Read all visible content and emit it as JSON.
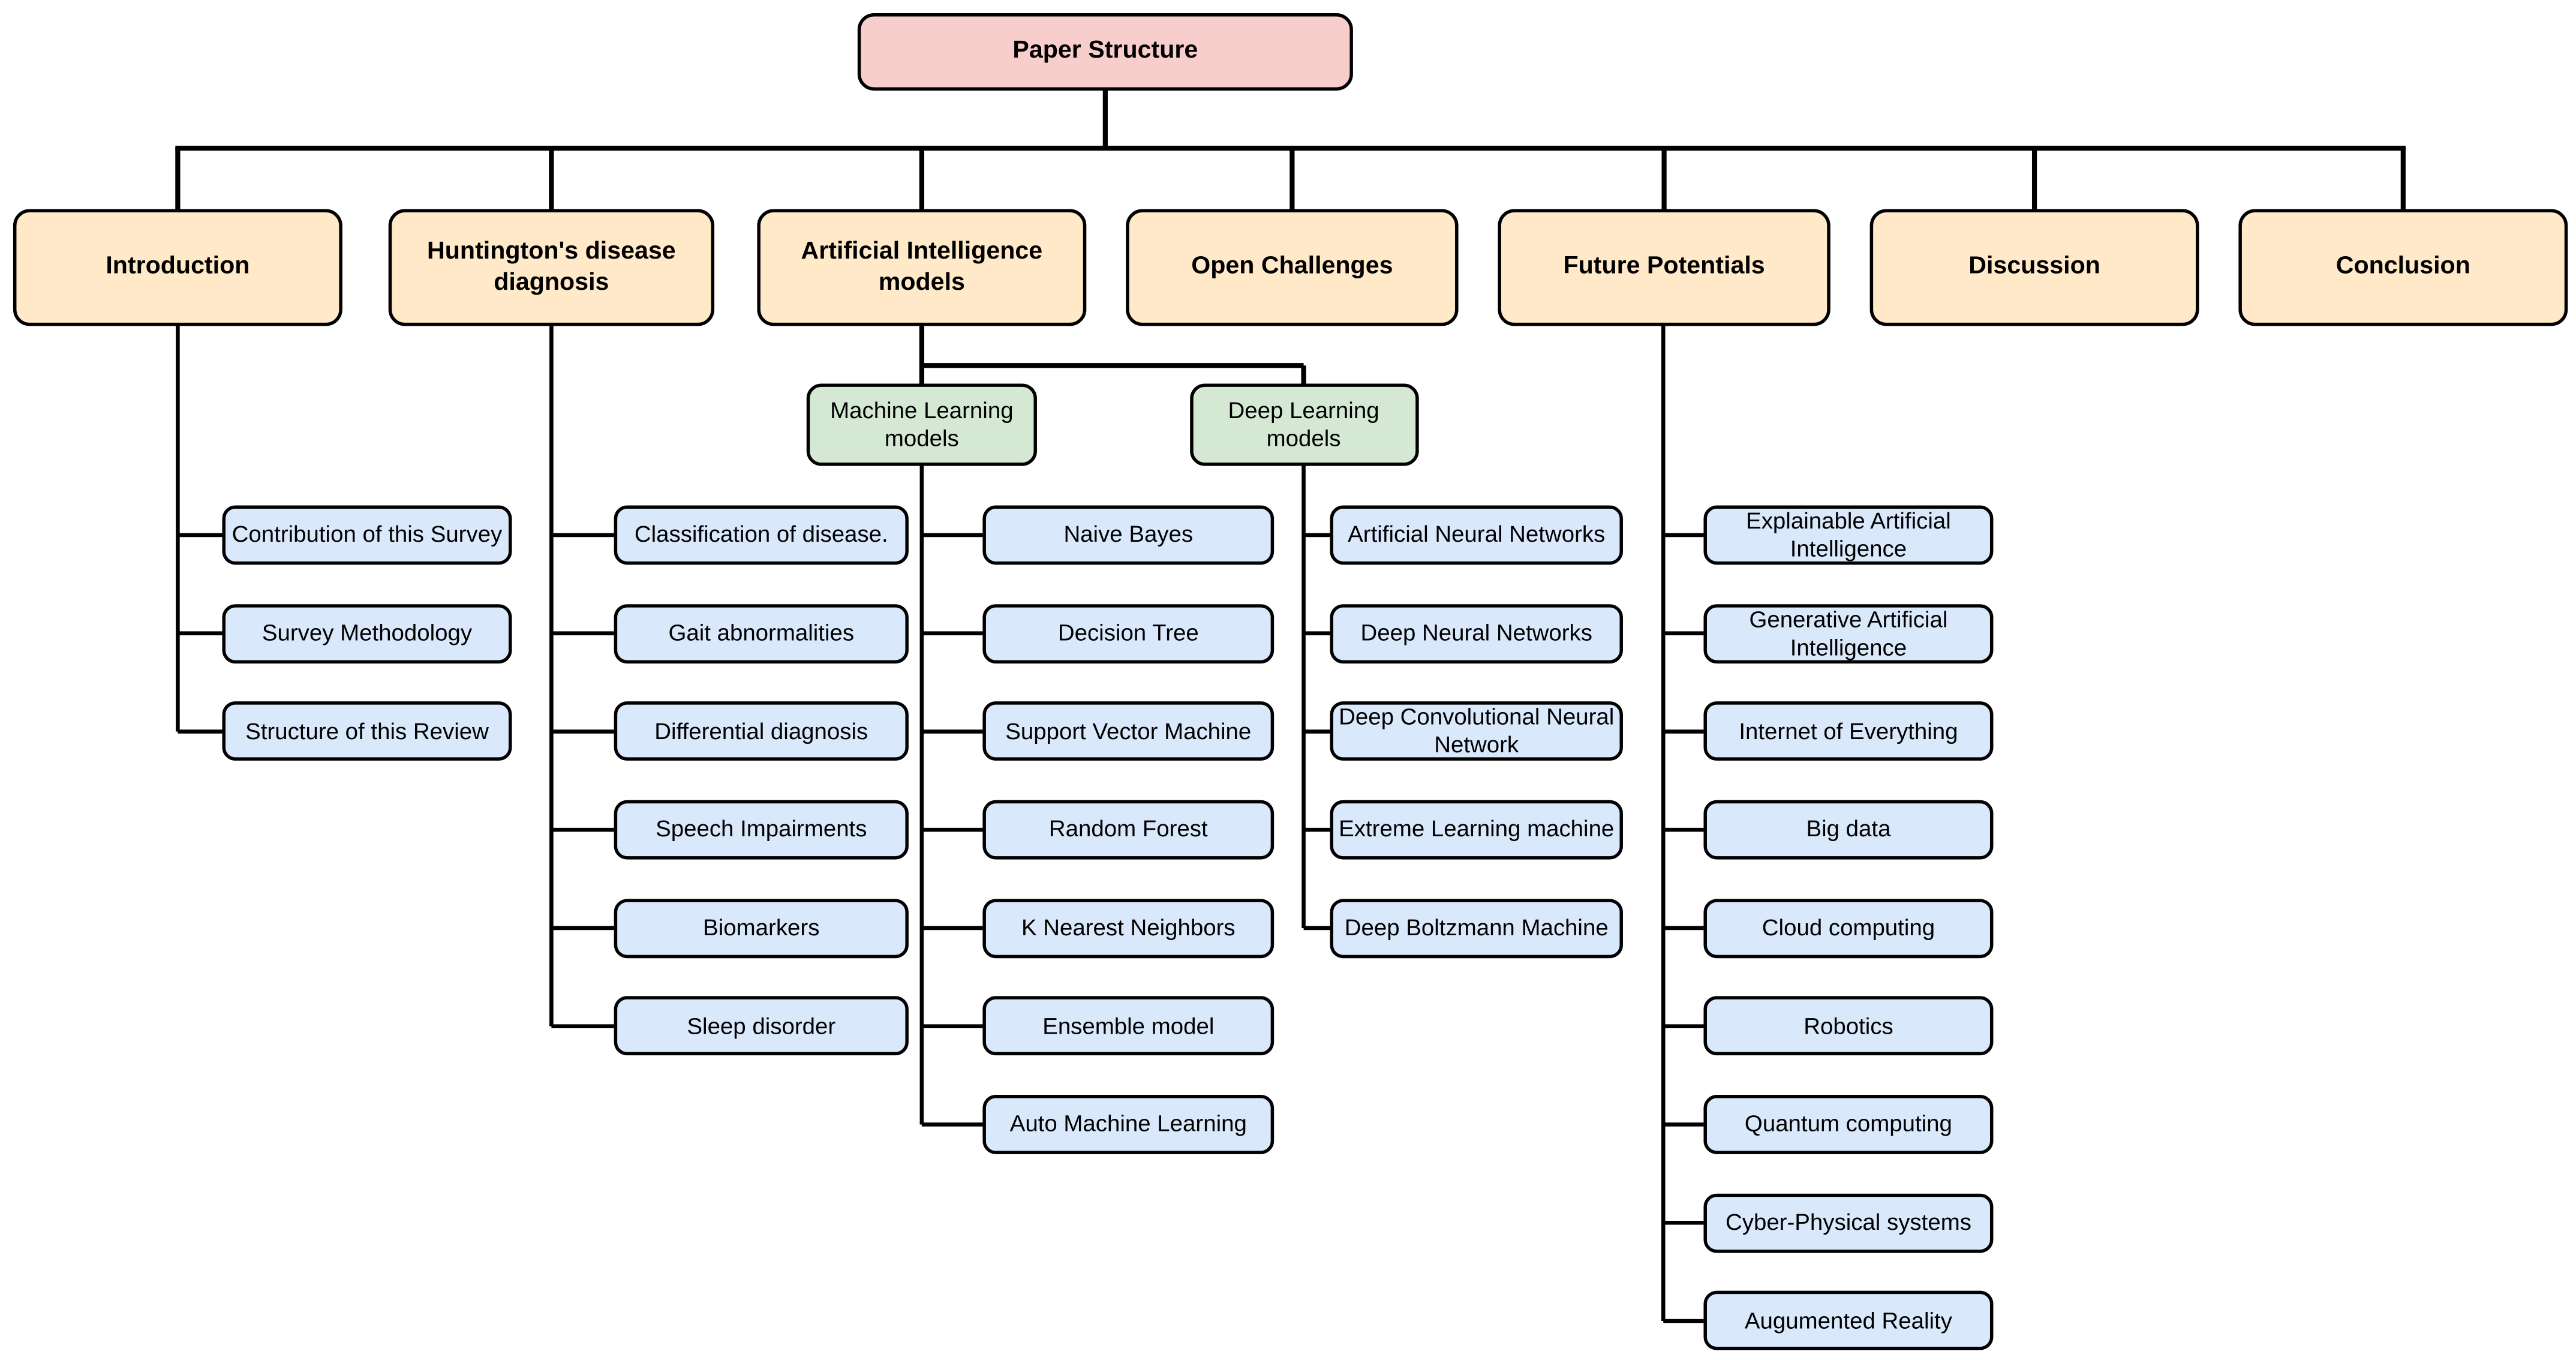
{
  "diagram": {
    "title": "Paper Structure",
    "root": {
      "label": "Paper Structure"
    },
    "colors": {
      "root_fill": "#f8cecc",
      "section_fill": "#ffe9c8",
      "subgroup_fill": "#d5e8d4",
      "leaf_fill": "#dae8fc",
      "border": "#000000",
      "line": "#000000",
      "background": "#ffffff"
    },
    "sections": [
      {
        "label": "Introduction",
        "children": [
          "Contribution of this Survey",
          "Survey Methodology",
          "Structure of this Review"
        ]
      },
      {
        "label": "Huntington's disease diagnosis",
        "children": [
          "Classification of disease.",
          "Gait abnormalities",
          "Differential diagnosis",
          "Speech Impairments",
          "Biomarkers",
          "Sleep disorder"
        ]
      },
      {
        "label": "Artificial Intelligence models",
        "subgroups": [
          {
            "label": "Machine Learning models",
            "children": [
              "Naive Bayes",
              "Decision Tree",
              "Support Vector Machine",
              "Random Forest",
              "K Nearest Neighbors",
              "Ensemble model",
              "Auto Machine Learning"
            ]
          },
          {
            "label": "Deep Learning models",
            "children": [
              "Artificial Neural Networks",
              "Deep Neural Networks",
              "Deep Convolutional Neural Network",
              "Extreme Learning machine",
              "Deep Boltzmann Machine"
            ]
          }
        ]
      },
      {
        "label": "Open Challenges"
      },
      {
        "label": "Future Potentials",
        "children": [
          "Explainable Artificial Intelligence",
          "Generative Artificial Intelligence",
          "Internet of Everything",
          "Big data",
          "Cloud computing",
          "Robotics",
          "Quantum computing",
          "Cyber-Physical systems",
          "Augumented Reality"
        ]
      },
      {
        "label": "Discussion"
      },
      {
        "label": "Conclusion"
      }
    ]
  }
}
